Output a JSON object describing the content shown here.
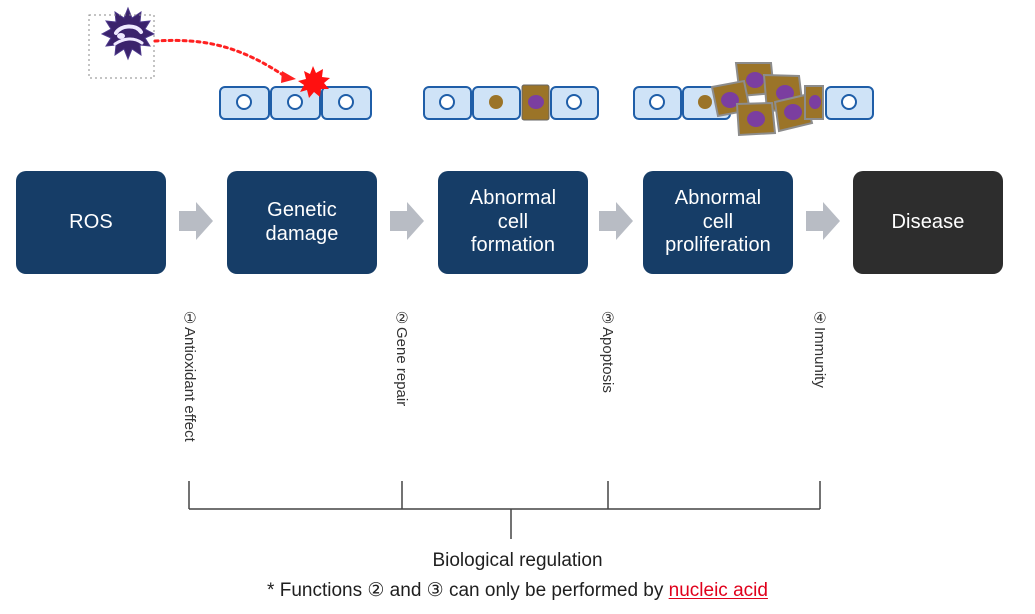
{
  "steps": [
    {
      "id": "ros",
      "label": "ROS"
    },
    {
      "id": "genetic_damage",
      "label": "Genetic\ndamage"
    },
    {
      "id": "abnormal_cell_formation",
      "label": "Abnormal\ncell\nformation"
    },
    {
      "id": "abnormal_cell_proliferation",
      "label": "Abnormal\ncell\nproliferation"
    },
    {
      "id": "disease",
      "label": "Disease"
    }
  ],
  "functions": [
    {
      "label": "①Antioxidant effect"
    },
    {
      "label": "②Gene repair"
    },
    {
      "label": "③Apoptosis"
    },
    {
      "label": "④Immunity"
    }
  ],
  "caption": {
    "main": "Biological regulation",
    "note_prefix": "* Functions ② and ③ can only be performed by ",
    "note_highlight": "nucleic acid"
  },
  "colors": {
    "box_primary": "#163d67",
    "box_disease": "#2d2d2d",
    "arrow": "#b8bcc4",
    "cell_fill": "#cfe3f7",
    "cell_border": "#1f5ea8",
    "abnormal_fill": "#9b7428",
    "abnormal_nucleus": "#7b3ea0",
    "ros_fill": "#3b236c",
    "red": "#e0001b"
  },
  "icons": [
    "ros-particle-icon",
    "dotted-arrow-icon",
    "damage-burst-icon",
    "normal-cell-icon",
    "abnormal-cell-icon",
    "proliferation-cluster-icon",
    "flow-arrow-icon"
  ]
}
